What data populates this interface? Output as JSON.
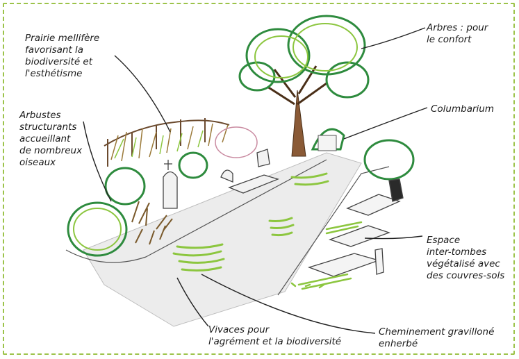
{
  "frame_color": "#9cc34a",
  "labels": {
    "prairie": "Prairie mellifère\nfavorisant la\nbiodiversité et\nl'esthétisme",
    "arbustes": "Arbustes\nstructurants\naccueillant\nde nombreux\noiseaux",
    "arbres": "Arbres : pour\nle confort",
    "columbarium": "Columbarium",
    "espace": "Espace\ninter-tombes\nvégétalisé avec\ndes couvres-sols",
    "vivaces": "Vivaces pour\nl'agrément et la biodiversité",
    "cheminement": "Cheminement gravilloné\nenherbé"
  },
  "colors": {
    "foliage": "#2e8b3e",
    "light_green": "#8cc63f",
    "ink": "#2a2a2a",
    "trunk": "#6b4a2e",
    "path": "#e7e7e7"
  }
}
